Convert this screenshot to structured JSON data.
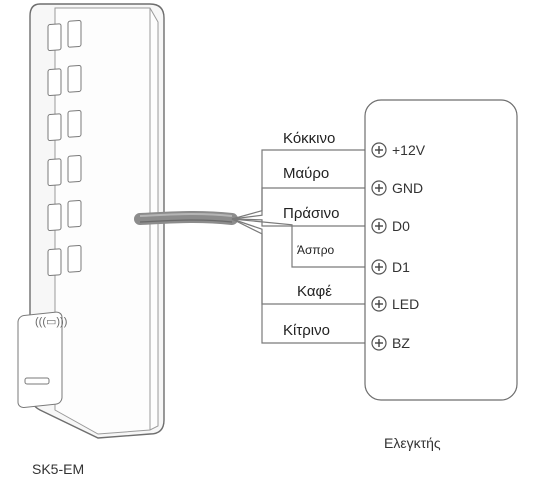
{
  "device": {
    "model": "SK5-EM",
    "rfid_symbol_icon": "rfid-symbol-icon"
  },
  "controller": {
    "label": "Ελεγκτής"
  },
  "wires": [
    {
      "color_name": "Κόκκινο",
      "terminal": "+12V",
      "stroke": "#7a7a7a"
    },
    {
      "color_name": "Μαύρο",
      "terminal": "GND",
      "stroke": "#7a7a7a"
    },
    {
      "color_name": "Πράσινο",
      "terminal": "D0",
      "stroke": "#7a7a7a"
    },
    {
      "color_name": "Άσπρο",
      "terminal": "D1",
      "stroke": "#7a7a7a"
    },
    {
      "color_name": "Καφέ",
      "terminal": "LED",
      "stroke": "#7a7a7a"
    },
    {
      "color_name": "Κίτρινο",
      "terminal": "BZ",
      "stroke": "#7a7a7a"
    }
  ],
  "colors": {
    "line": "#6e6e6e",
    "device_fill": "#f7f7f7",
    "key_fill": "#ffffff",
    "cable": "#8c8c8c"
  }
}
